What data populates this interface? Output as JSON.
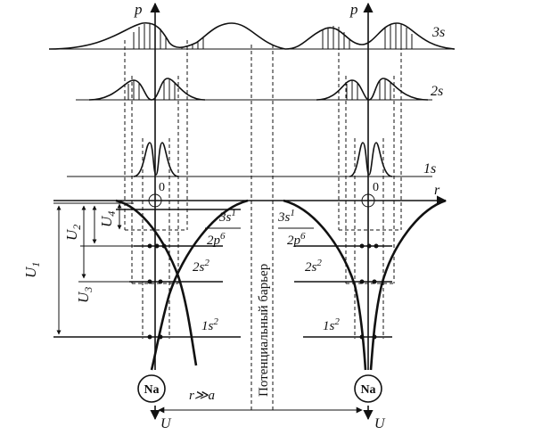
{
  "labels": {
    "p_left": "p",
    "p_right": "p",
    "orbital_3s": "3s",
    "orbital_2s": "2s",
    "orbital_1s": "1s",
    "axis_r": "r",
    "zero_left": "0",
    "zero_right": "0",
    "u1": "U",
    "u1_sub": "1",
    "u2": "U",
    "u2_sub": "2",
    "u3": "U",
    "u3_sub": "3",
    "u4": "U",
    "u4_sub": "4",
    "level_3s1_left": "3s",
    "level_3s1_left_sup": "1",
    "level_2p6_left": "2p",
    "level_2p6_left_sup": "6",
    "level_2s2_left": "2s",
    "level_2s2_left_sup": "2",
    "level_1s2_left": "1s",
    "level_1s2_left_sup": "2",
    "level_3s1_right": "3s",
    "level_3s1_right_sup": "1",
    "level_2p6_right": "2p",
    "level_2p6_right_sup": "6",
    "level_2s2_right": "2s",
    "level_2s2_right_sup": "2",
    "level_1s2_right": "1s",
    "level_1s2_right_sup": "2",
    "barrier": "Потенциальный барьер",
    "atom_left": "Na",
    "atom_right": "Na",
    "distance": "r≫a",
    "u_axis_left": "U",
    "u_axis_right": "U"
  }
}
